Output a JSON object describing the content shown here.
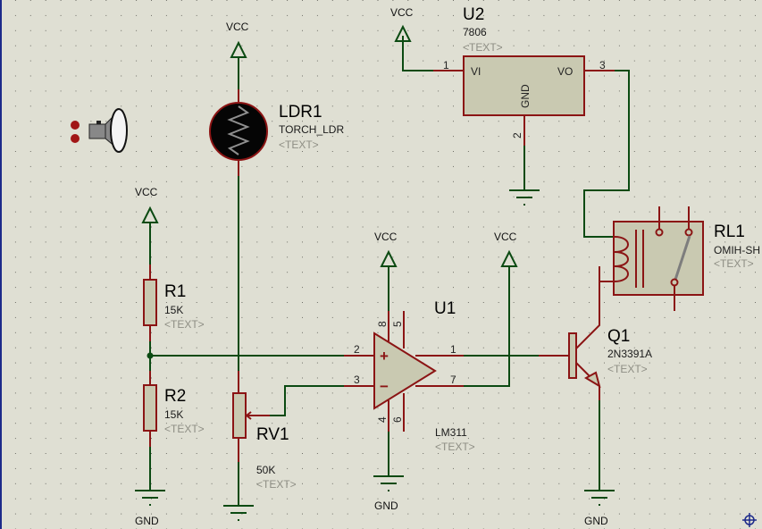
{
  "app": {
    "type": "schematic-capture",
    "background": "#dfdfd3",
    "wire_color": "#0b4a12",
    "pin_color": "#8b1414",
    "body_color": "#c9c9b1"
  },
  "power": {
    "vcc_label": "VCC",
    "gnd_label": "GND"
  },
  "components": {
    "u2": {
      "ref": "U2",
      "value": "7806",
      "text": "<TEXT>",
      "pin_vi": "VI",
      "pin_vo": "VO",
      "pin_gnd": "GND",
      "pin1": "1",
      "pin2": "2",
      "pin3": "3"
    },
    "ldr1": {
      "ref": "LDR1",
      "value": "TORCH_LDR",
      "text": "<TEXT>"
    },
    "r1": {
      "ref": "R1",
      "value": "15K",
      "text": "<TEXT>"
    },
    "r2": {
      "ref": "R2",
      "value": "15K",
      "text": "<TEXT>"
    },
    "rv1": {
      "ref": "RV1",
      "value": "50K",
      "text": "<TEXT>"
    },
    "u1": {
      "ref": "U1",
      "value": "LM311",
      "text": "<TEXT>",
      "pin1": "1",
      "pin2": "2",
      "pin3": "3",
      "pin4": "4",
      "pin5": "5",
      "pin6": "6",
      "pin7": "7",
      "pin8": "8",
      "plus": "+",
      "minus": "−"
    },
    "q1": {
      "ref": "Q1",
      "value": "2N3391A",
      "text": "<TEXT>"
    },
    "rl1": {
      "ref": "RL1",
      "value": "OMIH-SH",
      "text": "<TEXT>"
    }
  }
}
